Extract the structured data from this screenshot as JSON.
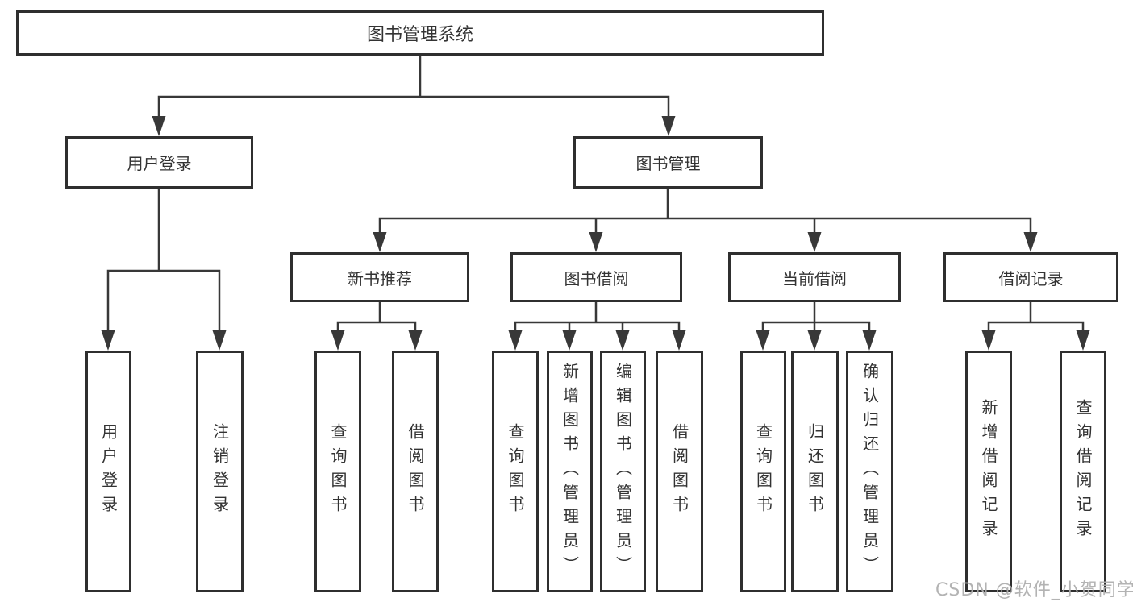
{
  "diagram": {
    "root": {
      "label": "图书管理系统"
    },
    "level2": [
      {
        "id": "user-login",
        "label": "用户登录"
      },
      {
        "id": "book-management",
        "label": "图书管理"
      }
    ],
    "level3": [
      {
        "id": "new-book-recommend",
        "label": "新书推荐"
      },
      {
        "id": "book-borrowing",
        "label": "图书借阅"
      },
      {
        "id": "current-borrowing",
        "label": "当前借阅"
      },
      {
        "id": "borrowing-records",
        "label": "借阅记录"
      }
    ],
    "leaves": {
      "user_login": [
        "用户登录",
        "注销登录"
      ],
      "new_book_recommend": [
        "查询图书",
        "借阅图书"
      ],
      "book_borrowing": [
        "查询图书",
        "新增图书（管理员）",
        "编辑图书（管理员）",
        "借阅图书"
      ],
      "current_borrowing": [
        "查询图书",
        "归还图书",
        "确认归还（管理员）"
      ],
      "borrowing_records": [
        "新增借阅记录",
        "查询借阅记录"
      ]
    },
    "colors": {
      "line": "#383838",
      "box_border": "#2f2f2f",
      "text": "#333333",
      "background": "#ffffff",
      "watermark": "#afafaf"
    }
  },
  "watermark": {
    "text": "CSDN @软件_小贺同学"
  }
}
